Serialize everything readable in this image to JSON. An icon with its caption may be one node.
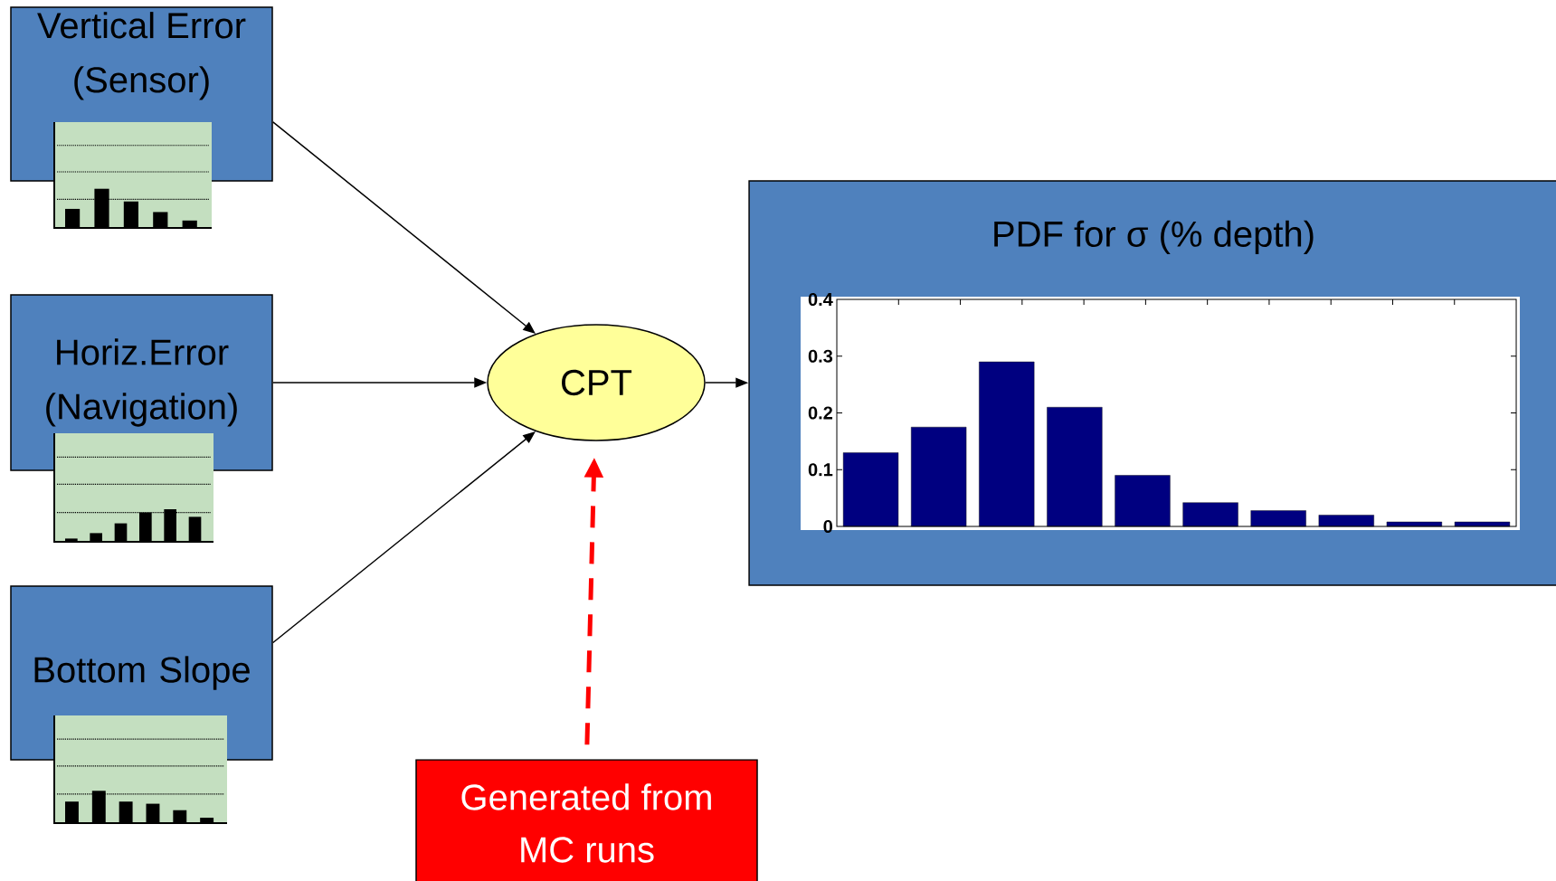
{
  "diagram": {
    "nodes": [
      {
        "text": [
          "Vertical Error (Sensor)"
        ]
      },
      {
        "text": [
          "Horiz.Error (Navigation)"
        ]
      },
      {
        "text": [
          "Bottom Slope"
        ]
      },
      {
        "text": [
          "CPT"
        ]
      },
      {
        "text": [
          "PDF for σ (% depth)"
        ]
      },
      {
        "text": [
          "Generated from MC runs"
        ]
      }
    ],
    "edges": [
      {
        "from": 0,
        "to": 3,
        "arrow": "to"
      },
      {
        "from": 1,
        "to": 3,
        "arrow": "to"
      },
      {
        "from": 2,
        "to": 3,
        "arrow": "to"
      },
      {
        "from": 3,
        "to": 4,
        "arrow": "to"
      },
      {
        "from": 5,
        "to": 3,
        "arrow": "to",
        "style": "dashed",
        "color": "#ff0000"
      }
    ],
    "chart_data": {
      "type": "bar",
      "values": [
        0.13,
        0.175,
        0.29,
        0.21,
        0.09,
        0.042,
        0.028,
        0.02,
        0.008,
        0.008
      ],
      "ylim": [
        0,
        0.4
      ],
      "yticks": [
        0,
        0.1,
        0.2,
        0.3,
        0.4
      ]
    }
  }
}
